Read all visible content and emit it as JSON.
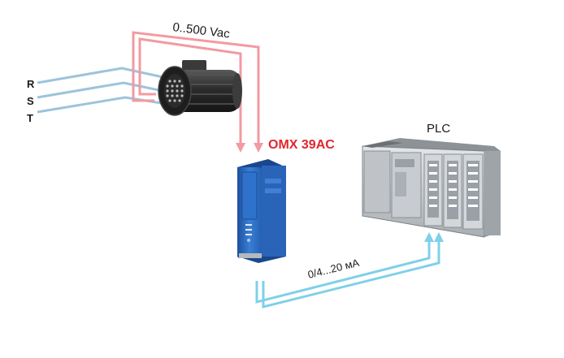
{
  "labels": {
    "voltage": "0..500 Vac",
    "phase_r": "R",
    "phase_s": "S",
    "phase_t": "T",
    "device": "OMX 39AC",
    "plc": "PLC",
    "output": "0/4...20 мA"
  },
  "colors": {
    "phase_wire": "#9cc4dc",
    "voltage_wire": "#f29aa2",
    "output_wire": "#7fd0e8",
    "device_title": "#e0262e",
    "module_blue": "#2f6fc4",
    "motor_body": "#2f2f2f",
    "plc_body": "#cfd3d6"
  },
  "icons": {
    "motor": "electric-motor-icon",
    "transducer": "din-rail-module-icon",
    "plc": "plc-rack-icon"
  }
}
